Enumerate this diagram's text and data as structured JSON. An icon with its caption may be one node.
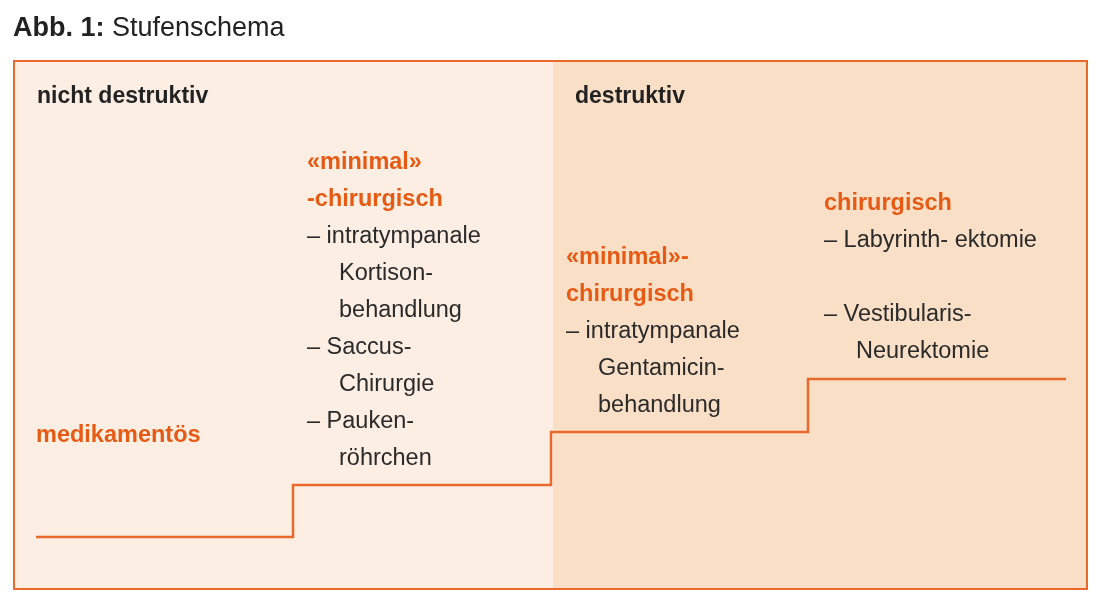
{
  "diagram": {
    "title": "**Abb. 1:** Stufenschema",
    "nodes": [
      {
        "text": [],
        "shape": "box"
      },
      {
        "text": [
          "nicht destruktiv"
        ],
        "in": 0
      },
      {
        "text": [
          "destruktiv"
        ],
        "in": 0
      }
    ],
    "edges": [],
    "labels": [
      "medikamentös",
      "«minimal» -chirurgisch",
      "– intratympanale Kortison- behandlung",
      "– Saccus- Chirurgie",
      "– Pauken- röhrchen",
      "«minimal»- chirurgisch",
      "– intratympanale Gentamicin- behandlung",
      "chirurgisch",
      "– Labyrinth- ektomie",
      "– Vestibularis- Neurektomie"
    ]
  }
}
